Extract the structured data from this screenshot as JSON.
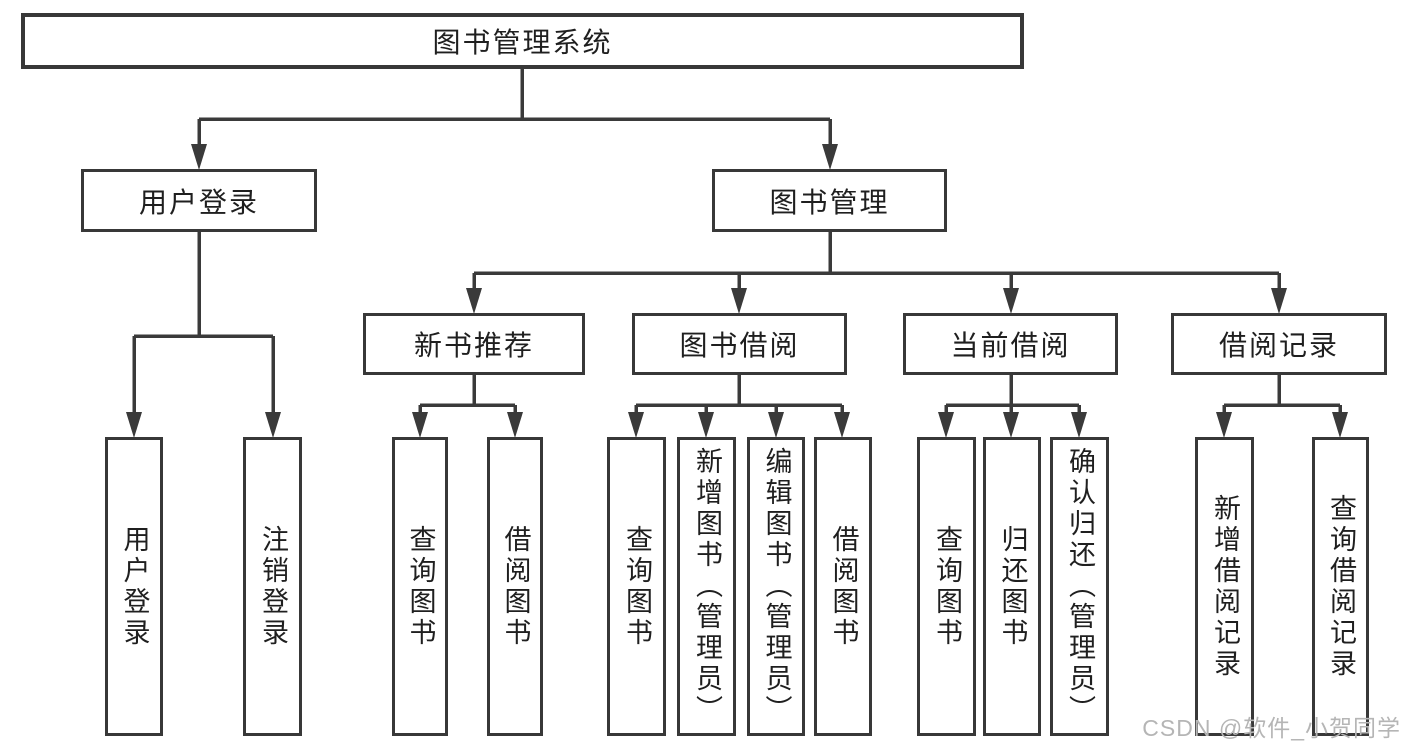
{
  "diagram_type": "functional-structure-tree",
  "colors": {
    "background": "#ffffff",
    "box_border": "#383838",
    "connector_line": "#3a3a3a",
    "text": "#1f1f1f",
    "watermark": "#b5b5b5"
  },
  "watermark": {
    "text": "CSDN @软件_小贺同学"
  },
  "nodes": {
    "root": {
      "label": "图书管理系统"
    },
    "user_login_group": {
      "label": "用户登录"
    },
    "book_management": {
      "label": "图书管理"
    },
    "new_book_recommend": {
      "label": "新书推荐"
    },
    "book_borrowing": {
      "label": "图书借阅"
    },
    "current_borrowing": {
      "label": "当前借阅"
    },
    "borrowing_records": {
      "label": "借阅记录"
    },
    "user_login": {
      "label": "用户登录"
    },
    "logout": {
      "label": "注销登录"
    },
    "recommend_query_books": {
      "label": "查询图书"
    },
    "recommend_borrow_books": {
      "label": "借阅图书"
    },
    "borrow_query_books": {
      "label": "查询图书"
    },
    "borrow_add_books": {
      "label": "新增图书（管理员）"
    },
    "borrow_edit_books": {
      "label": "编辑图书（管理员）"
    },
    "borrow_borrow_books": {
      "label": "借阅图书"
    },
    "current_query_books": {
      "label": "查询图书"
    },
    "current_return_books": {
      "label": "归还图书"
    },
    "current_confirm_return": {
      "label": "确认归还（管理员）"
    },
    "records_add_record": {
      "label": "新增借阅记录"
    },
    "records_query_record": {
      "label": "查询借阅记录"
    }
  },
  "hierarchy": {
    "root": [
      "user_login_group",
      "book_management"
    ],
    "user_login_group": [
      "user_login",
      "logout"
    ],
    "book_management": [
      "new_book_recommend",
      "book_borrowing",
      "current_borrowing",
      "borrowing_records"
    ],
    "new_book_recommend": [
      "recommend_query_books",
      "recommend_borrow_books"
    ],
    "book_borrowing": [
      "borrow_query_books",
      "borrow_add_books",
      "borrow_edit_books",
      "borrow_borrow_books"
    ],
    "current_borrowing": [
      "current_query_books",
      "current_return_books",
      "current_confirm_return"
    ],
    "borrowing_records": [
      "records_add_record",
      "records_query_record"
    ]
  }
}
